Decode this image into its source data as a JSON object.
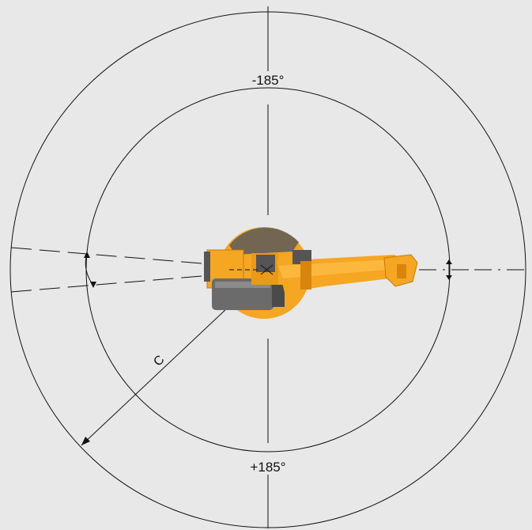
{
  "labels": {
    "angle_top": "-185°",
    "angle_bottom": "+185°",
    "radius_label": "C"
  },
  "colors": {
    "background": "#e8e8e8",
    "outer_disc": "#ededed",
    "inner_disc": "#ececec",
    "lines": "#111111",
    "robot_orange": "#f5a623",
    "robot_orange_dark": "#d9850c",
    "robot_grey": "#6b6b6b",
    "robot_grey_dark": "#444444"
  }
}
